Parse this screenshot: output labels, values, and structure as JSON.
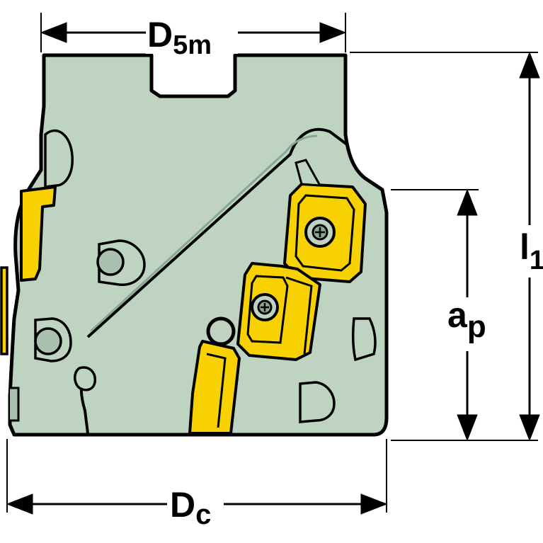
{
  "labels": {
    "d5m": {
      "main": "D",
      "sub": "5m"
    },
    "dc": {
      "main": "D",
      "sub": "c"
    },
    "ap": {
      "main": "a",
      "sub": "p"
    },
    "l1": {
      "main": "l",
      "sub": "1"
    }
  },
  "colors": {
    "body": "#bfd3c1",
    "body_shade": "#a9c0ae",
    "outline": "#000000",
    "insert": "#f7d200",
    "insert_dark": "#c9a400",
    "dimension": "#000000"
  },
  "icons": [
    "torx-screw-icon"
  ]
}
